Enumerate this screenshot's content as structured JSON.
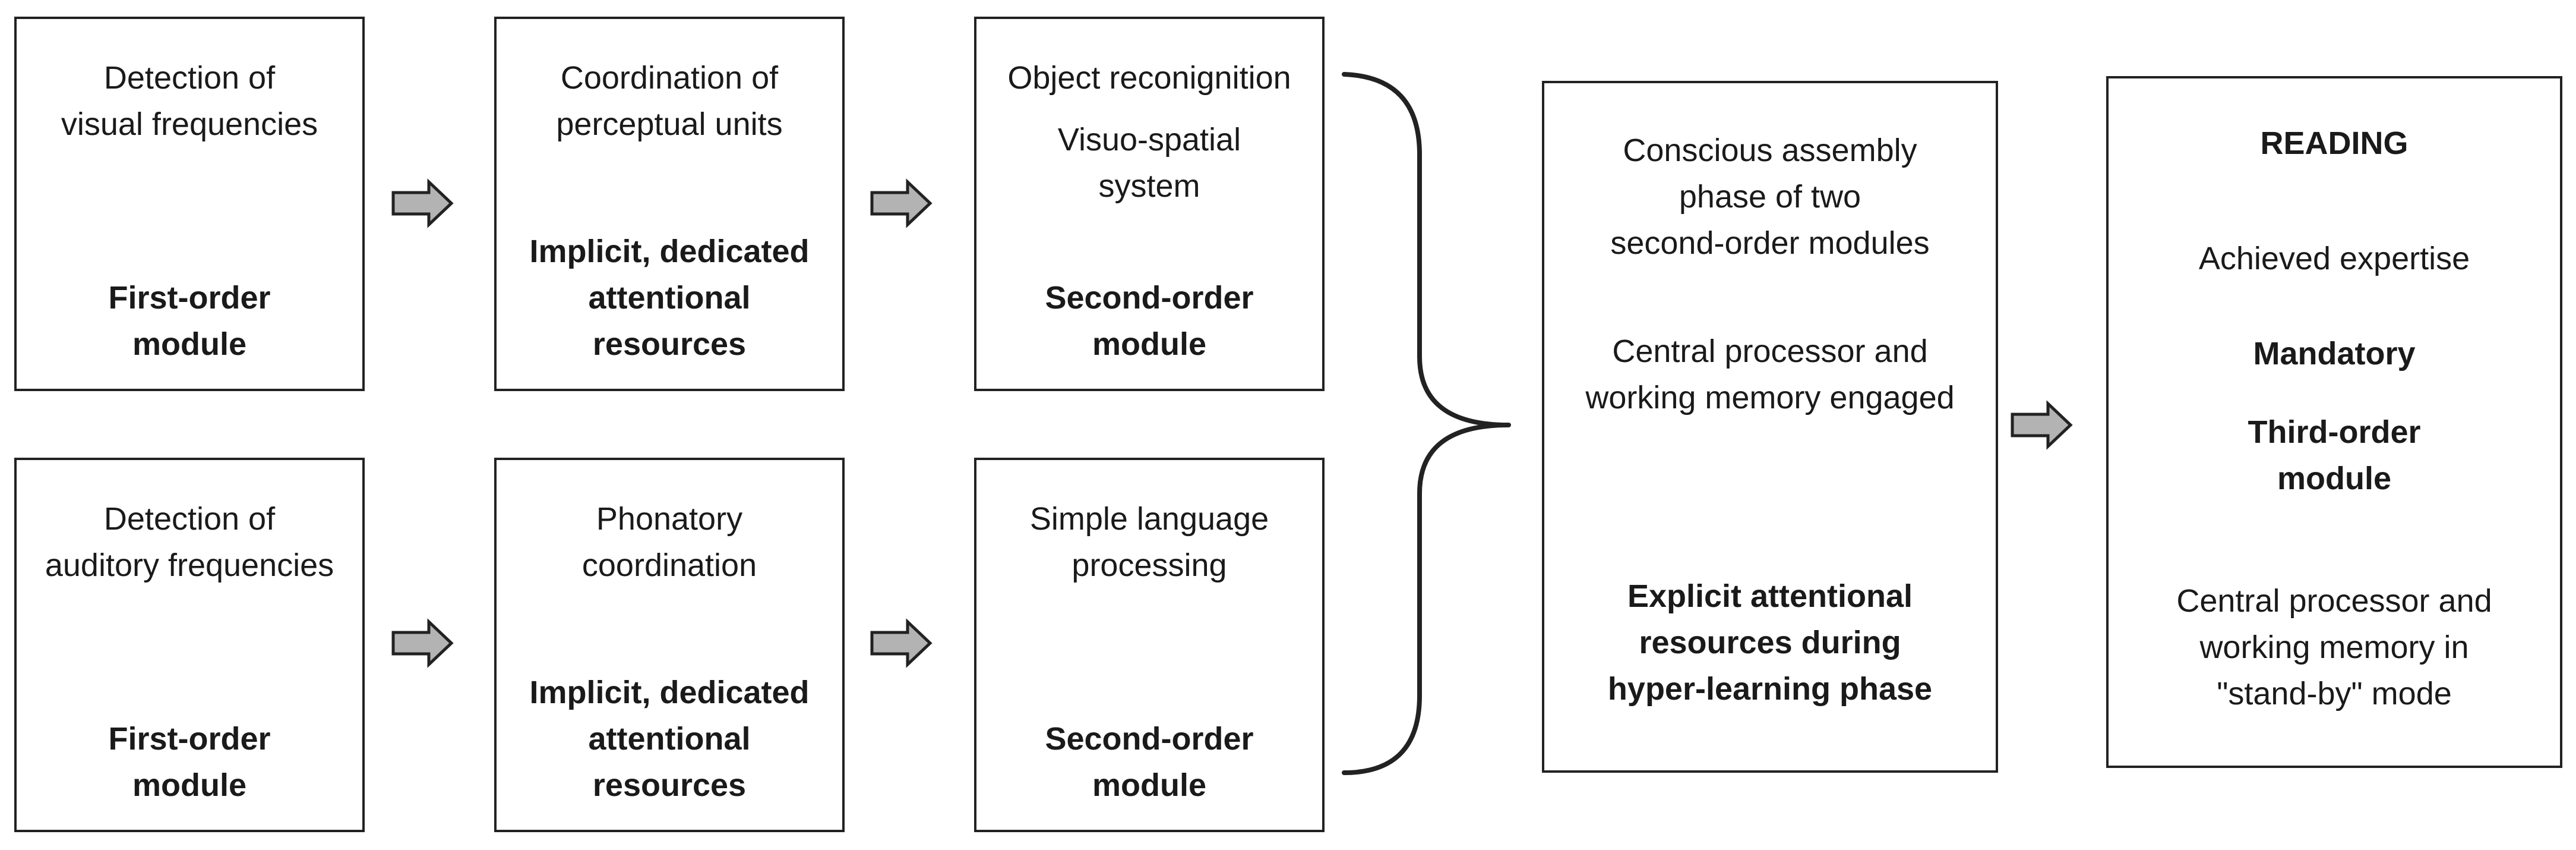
{
  "modules": {
    "visual_detection": {
      "text": [
        "Detection of",
        "visual frequencies"
      ],
      "label": [
        "First-order",
        "module"
      ]
    },
    "perceptual_coordination": {
      "text": [
        "Coordination of",
        "perceptual units"
      ],
      "label": [
        "Implicit, dedicated",
        "attentional",
        "resources"
      ]
    },
    "visual_second_order": {
      "text": [
        "Object reconignition"
      ],
      "text2": [
        "Visuo-spatial",
        "system"
      ],
      "label": [
        "Second-order",
        "module"
      ]
    },
    "auditory_detection": {
      "text": [
        "Detection of",
        "auditory frequencies"
      ],
      "label": [
        "First-order",
        "module"
      ]
    },
    "phonatory_coordination": {
      "text": [
        "Phonatory",
        "coordination"
      ],
      "label": [
        "Implicit, dedicated",
        "attentional",
        "resources"
      ]
    },
    "language_second_order": {
      "text": [
        "Simple language",
        "processing"
      ],
      "label": [
        "Second-order",
        "module"
      ]
    },
    "assembly_phase": {
      "text": [
        "Conscious assembly",
        "phase of two",
        "second-order modules"
      ],
      "text2": [
        "Central processor and",
        "working memory engaged"
      ],
      "label": [
        "Explicit attentional",
        "resources during",
        "hyper-learning phase"
      ]
    },
    "reading": {
      "title": "READING",
      "subtitle": "Achieved expertise",
      "mandatory": "Mandatory",
      "label": [
        "Third-order",
        "module"
      ],
      "text": [
        "Central processor and",
        "working memory in",
        "\"stand-by\" mode"
      ]
    }
  },
  "colors": {
    "arrow_fill": "#b3b3b3",
    "stroke": "#222222"
  }
}
